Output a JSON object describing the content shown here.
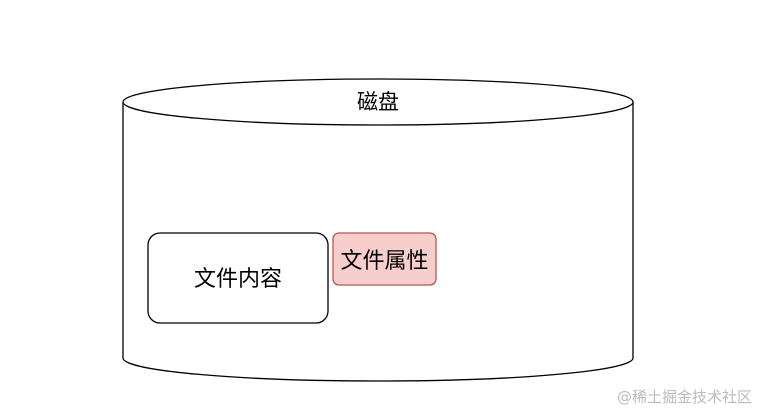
{
  "diagram": {
    "disk_label": "磁盘",
    "file_content_label": "文件内容",
    "file_attributes_label": "文件属性"
  },
  "watermark": {
    "text": "@稀土掘金技术社区"
  },
  "colors": {
    "stroke": "#000000",
    "disk_fill": "#ffffff",
    "content_box_fill": "#ffffff",
    "attributes_box_fill": "#f8cecc",
    "attributes_box_stroke": "#b85450",
    "watermark": "#b8bcc2"
  }
}
